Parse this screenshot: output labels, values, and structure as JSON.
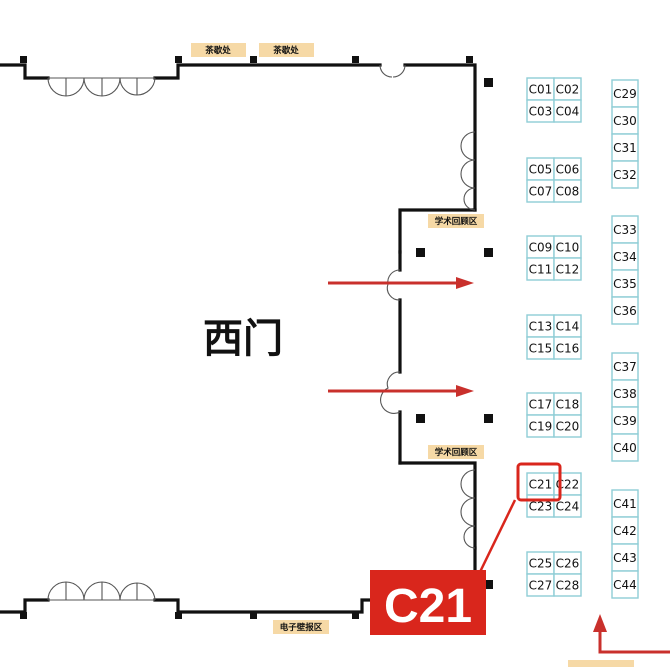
{
  "hall_label": "西门",
  "zones": {
    "tea_left": "茶歇处",
    "tea_right": "茶歇处",
    "academic_top": "学术回顾区",
    "academic_bottom": "学术回顾区",
    "e_poster": "电子壁报区"
  },
  "booths": {
    "left_column": [
      [
        "C01",
        "C02"
      ],
      [
        "C03",
        "C04"
      ],
      [
        "C05",
        "C06"
      ],
      [
        "C07",
        "C08"
      ],
      [
        "C09",
        "C10"
      ],
      [
        "C11",
        "C12"
      ],
      [
        "C13",
        "C14"
      ],
      [
        "C15",
        "C16"
      ],
      [
        "C17",
        "C18"
      ],
      [
        "C19",
        "C20"
      ],
      [
        "C21",
        "C22"
      ],
      [
        "C23",
        "C24"
      ],
      [
        "C25",
        "C26"
      ],
      [
        "C27",
        "C28"
      ]
    ],
    "right_column": [
      "C29",
      "C30",
      "C31",
      "C32",
      "C33",
      "C34",
      "C35",
      "C36",
      "C37",
      "C38",
      "C39",
      "C40",
      "C41",
      "C42",
      "C43",
      "C44"
    ]
  },
  "highlight": {
    "booth": "C21",
    "callout_label": "C21",
    "color": "#d9261c"
  },
  "colors": {
    "wall": "#111111",
    "booth_border": "#8fcdd6",
    "zone_fill": "#f6d9a6",
    "arrow": "#c9302c"
  }
}
